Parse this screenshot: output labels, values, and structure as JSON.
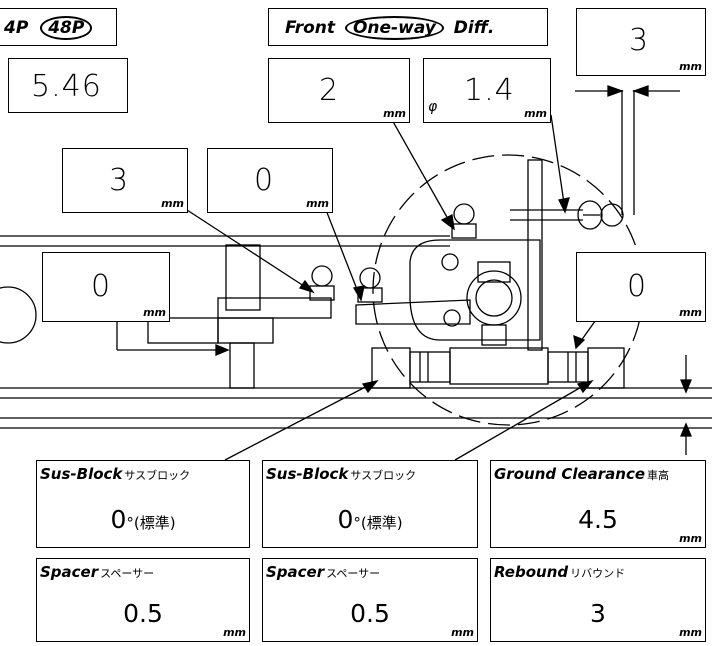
{
  "gear": {
    "left_label": "4P",
    "selected_label": "48P"
  },
  "ratio": {
    "value": "5.46"
  },
  "front_diff": {
    "front": "Front",
    "type": "One-way",
    "diff": "Diff."
  },
  "measurements": {
    "top_right": {
      "value": "3",
      "unit": "mm"
    },
    "diff_height": {
      "value": "2",
      "unit": "mm"
    },
    "shaft": {
      "prefix": "φ",
      "value": "1.4",
      "unit": "mm"
    },
    "left_upper": {
      "value": "3",
      "unit": "mm"
    },
    "center_upper": {
      "value": "0",
      "unit": "mm"
    },
    "left_lower": {
      "value": "0",
      "unit": "mm"
    },
    "right_mid": {
      "value": "0",
      "unit": "mm"
    }
  },
  "settings": {
    "sus_block_front": {
      "title": "Sus-Block",
      "jp": "サスブロック",
      "value": "0",
      "degree": "°",
      "note": "(標準)"
    },
    "sus_block_rear": {
      "title": "Sus-Block",
      "jp": "サスブロック",
      "value": "0",
      "degree": "°",
      "note": "(標準)"
    },
    "ground_clearance": {
      "title": "Ground Clearance",
      "jp": "車高",
      "value": "4.5",
      "unit": "mm"
    },
    "spacer_front": {
      "title": "Spacer",
      "jp": "スペーサー",
      "value": "0.5",
      "unit": "mm"
    },
    "spacer_rear": {
      "title": "Spacer",
      "jp": "スペーサー",
      "value": "0.5",
      "unit": "mm"
    },
    "rebound": {
      "title": "Rebound",
      "jp": "リバウンド",
      "value": "3",
      "unit": "mm"
    }
  }
}
